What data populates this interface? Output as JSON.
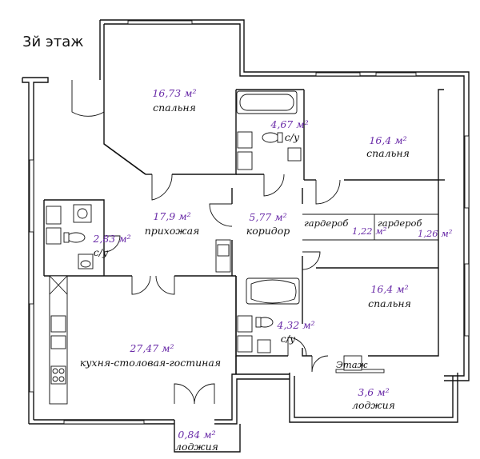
{
  "floor_label": "3й этаж",
  "rooms": {
    "bedroom_1": {
      "area": "16,73 м²",
      "name": "спальня"
    },
    "wc_1": {
      "area": "4,67 м²",
      "name": "с/у"
    },
    "bedroom_2": {
      "area": "16,4 м²",
      "name": "спальня"
    },
    "hall": {
      "area": "17,9 м²",
      "name": "прихожая"
    },
    "corridor": {
      "area": "5,77 м²",
      "name": "коридор"
    },
    "wardrobe_1": {
      "area": "1,22 м²",
      "name": "гардероб"
    },
    "wardrobe_2": {
      "area": "1,26 м²",
      "name": "гардероб"
    },
    "wc_2": {
      "area": "2,83 м²",
      "name": "с/у"
    },
    "bedroom_3": {
      "area": "16,4 м²",
      "name": "спальня"
    },
    "wc_3": {
      "area": "4,32 м²",
      "name": "с/у"
    },
    "kitchen": {
      "area": "27,47 м²",
      "name": "кухня-столовая-гостиная"
    },
    "loggia_1": {
      "area": "3,6 м²",
      "name": "лоджия"
    },
    "loggia_2": {
      "area": "0,84 м²",
      "name": "лоджия"
    }
  },
  "stairs_label": "Этаж"
}
